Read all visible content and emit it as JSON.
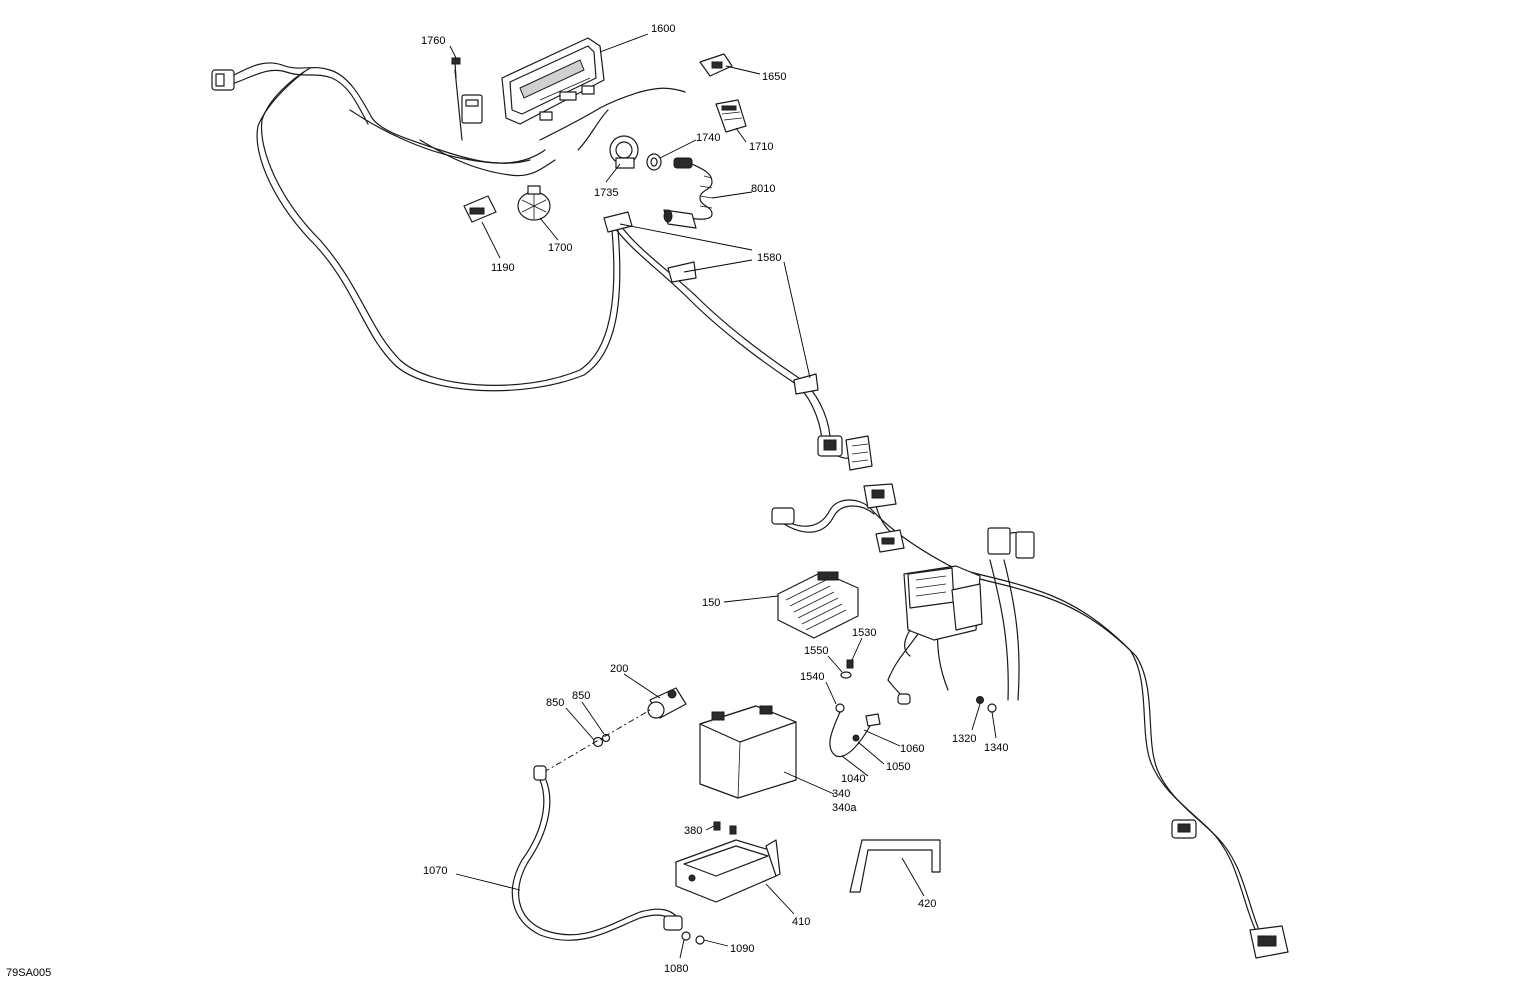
{
  "figure_ref": "79SA005",
  "callouts": [
    {
      "id": "1760",
      "label": "1760"
    },
    {
      "id": "1600",
      "label": "1600"
    },
    {
      "id": "1650",
      "label": "1650"
    },
    {
      "id": "1710",
      "label": "1710"
    },
    {
      "id": "1740",
      "label": "1740"
    },
    {
      "id": "8010",
      "label": "8010"
    },
    {
      "id": "1735",
      "label": "1735"
    },
    {
      "id": "1700",
      "label": "1700"
    },
    {
      "id": "1190",
      "label": "1190"
    },
    {
      "id": "1580",
      "label": "1580"
    },
    {
      "id": "150",
      "label": "150"
    },
    {
      "id": "1530",
      "label": "1530"
    },
    {
      "id": "1550",
      "label": "1550"
    },
    {
      "id": "1540",
      "label": "1540"
    },
    {
      "id": "200",
      "label": "200"
    },
    {
      "id": "850a",
      "label": "850"
    },
    {
      "id": "850b",
      "label": "850"
    },
    {
      "id": "1060",
      "label": "1060"
    },
    {
      "id": "1050",
      "label": "1050"
    },
    {
      "id": "1040",
      "label": "1040"
    },
    {
      "id": "1320",
      "label": "1320"
    },
    {
      "id": "1340",
      "label": "1340"
    },
    {
      "id": "340",
      "label": "340"
    },
    {
      "id": "340a",
      "label": "340a"
    },
    {
      "id": "380",
      "label": "380"
    },
    {
      "id": "410",
      "label": "410"
    },
    {
      "id": "420",
      "label": "420"
    },
    {
      "id": "1070",
      "label": "1070"
    },
    {
      "id": "1090",
      "label": "1090"
    },
    {
      "id": "1080",
      "label": "1080"
    }
  ]
}
